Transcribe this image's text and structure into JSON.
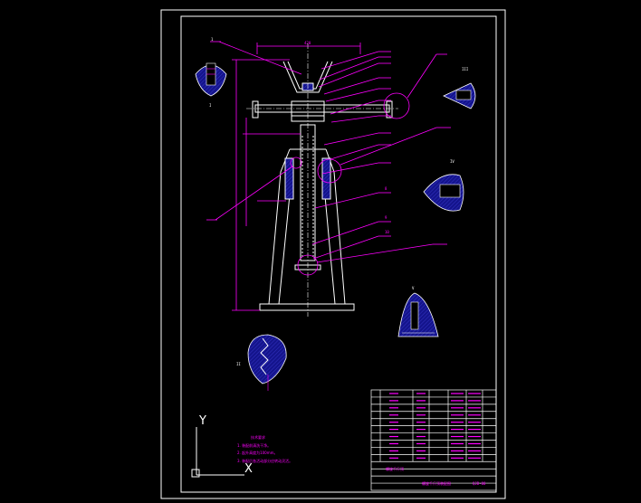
{
  "labels": {
    "top_dim": "420",
    "pos_1": "1",
    "roman_1": "I",
    "roman_2": "II",
    "roman_3": "III",
    "roman_4": "IV",
    "roman_5": "V",
    "leader_8": "8",
    "leader_9": "9",
    "leader_10": "10",
    "ucs_y": "Y",
    "ucs_x": "X"
  },
  "notes": {
    "heading": "技术要求",
    "items": [
      "1. 装配前清洗干净。",
      "2. 起升高度为100mm。",
      "3. 装配后各活动部分应转动灵活。"
    ]
  },
  "title_block": {
    "name": "螺旋千斤顶",
    "drawing_name": "螺旋千斤顶装配图",
    "drawing_no": "QJD-00"
  },
  "colors": {
    "background": "#000000",
    "outline": "#ffffff",
    "dimension": "#ff00ff",
    "hatch": "#1a1aa6",
    "part_fill": "#14148c"
  }
}
